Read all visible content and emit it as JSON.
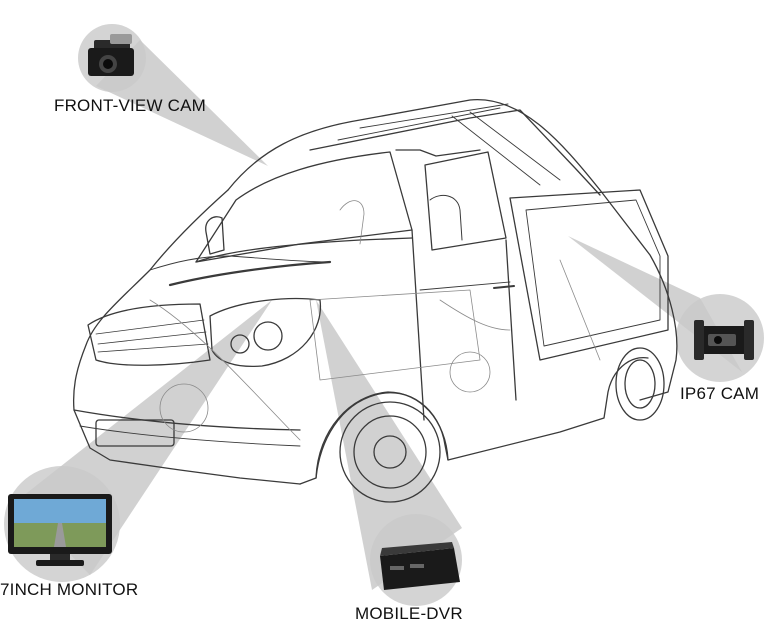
{
  "labels": {
    "front_cam": "FRONT-VIEW CAM",
    "ip67_cam": "IP67 CAM",
    "monitor": "7INCH MONITOR",
    "dvr": "MOBILE-DVR"
  },
  "colors": {
    "beam": "#c4c4c4",
    "circle": "#d6d6d6",
    "line": "#3a3a3a",
    "device": "#1a1a1a"
  },
  "icons": [
    "camera-icon",
    "monitor-icon",
    "dvr-icon",
    "van-illustration"
  ]
}
